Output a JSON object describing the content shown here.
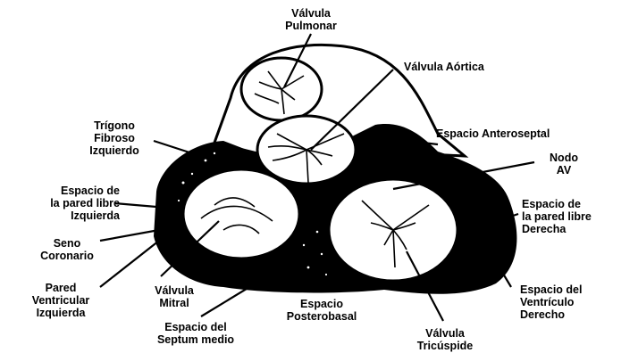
{
  "labels": {
    "valvula_pulmonar": [
      "Válvula",
      "Pulmonar"
    ],
    "valvula_aortica": [
      "Válvula Aórtica"
    ],
    "trigono_fibroso": [
      "Trígono",
      "Fibroso",
      "Izquierdo"
    ],
    "espacio_anteroseptal": [
      "Espacio Anteroseptal"
    ],
    "nodo_av": [
      "Nodo",
      "AV"
    ],
    "espacio_pared_libre_izq": [
      "Espacio de",
      "la pared libre",
      "Izquierda"
    ],
    "espacio_pared_libre_der": [
      "Espacio de",
      "la pared libre",
      "Derecha"
    ],
    "seno_coronario": [
      "Seno",
      "Coronario"
    ],
    "pared_ventricular_izq": [
      "Pared",
      "Ventricular",
      "Izquierda"
    ],
    "valvula_mitral": [
      "Válvula",
      "Mitral"
    ],
    "espacio_posterobasal": [
      "Espacio",
      "Posterobasal"
    ],
    "espacio_ventriculo_der": [
      "Espacio del",
      "Ventrículo",
      "Derecho"
    ],
    "espacio_septum_medio": [
      "Espacio del",
      "Septum medio"
    ],
    "valvula_tricuspide": [
      "Válvula",
      "Tricúspide"
    ]
  },
  "colors": {
    "ink": "#000000",
    "paper": "#ffffff"
  }
}
